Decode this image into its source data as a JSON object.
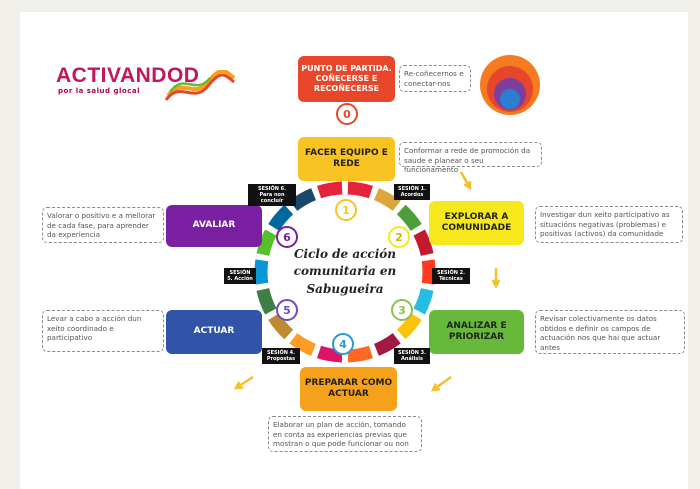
{
  "logo": {
    "name": "ACTIVANDOD",
    "tagline": "por la salud glocal"
  },
  "title": "Ciclo de acción comunitaria en Sabugueira",
  "stages": [
    {
      "id": "start",
      "label": "PUNTO DE PARTIDA. COÑECERSE E RECOÑECERSE",
      "color": "#e8462a",
      "text_color": "#ffffff"
    },
    {
      "id": "team",
      "label": "FACER EQUIPO E REDE",
      "color": "#f9c423",
      "text_color": "#222222"
    },
    {
      "id": "explore",
      "label": "EXPLORAR A COMUNIDADE",
      "color": "#f6e81c",
      "text_color": "#222222"
    },
    {
      "id": "analyze",
      "label": "ANALIZAR E PRIORIZAR",
      "color": "#66b93a",
      "text_color": "#222222"
    },
    {
      "id": "prepare",
      "label": "PREPARAR COMO ACTUAR",
      "color": "#f6a11b",
      "text_color": "#222222"
    },
    {
      "id": "act",
      "label": "ACTUAR",
      "color": "#2f54a8",
      "text_color": "#ffffff"
    },
    {
      "id": "evaluate",
      "label": "AVALIAR",
      "color": "#7b1fa2",
      "text_color": "#ffffff"
    }
  ],
  "notes": {
    "start": "Re-coñecernos e conectar-nos",
    "team": "Conformar a rede de promoción da saude e planear o seu funcionamento",
    "explore": "Investigar dun xeito participativo as situacións negativas (problemas) e positivas (activos) da comunidade",
    "analyze": "Revisar colectivamente os datos obtidos e definir os campos de actuación nos que hai que actuar antes",
    "prepare": "Elaborar un plan de acción, tomando en conta as experiencias previas que mostran o que pode funcionar ou non",
    "act": "Levar a cabo a acción dun xeito coordinado e participativo",
    "evaluate": "Valorar o positivo e a mellorar de cada fase, para aprender da experiencia"
  },
  "numbers": [
    "0",
    "1",
    "2",
    "3",
    "4",
    "5",
    "6"
  ],
  "sessions": [
    "SESIÓN 1. Acordos",
    "SESIÓN 2. Técnicas",
    "SESIÓN 3. Análisis",
    "SESIÓN 4. Propostas",
    "SESIÓN 5. Acción",
    "SESIÓN 6. Para non concluír"
  ],
  "colors": {
    "ring": [
      "#e5243b",
      "#dda63a",
      "#4c9f38",
      "#c5192d",
      "#ff3a21",
      "#26bde2",
      "#fcc30b",
      "#a21942",
      "#fd6925",
      "#dd1367",
      "#fd9d24",
      "#bf8b2e",
      "#3f7e44",
      "#0a97d9",
      "#56c02b",
      "#00689d",
      "#19486a",
      "#e5243b"
    ],
    "arrow": "#f5c02a",
    "numbers": [
      "#e8462a",
      "#f9c423",
      "#f6e81c",
      "#8bc34a",
      "#2a9ad8",
      "#6a4cc4",
      "#7b1fa2"
    ]
  }
}
